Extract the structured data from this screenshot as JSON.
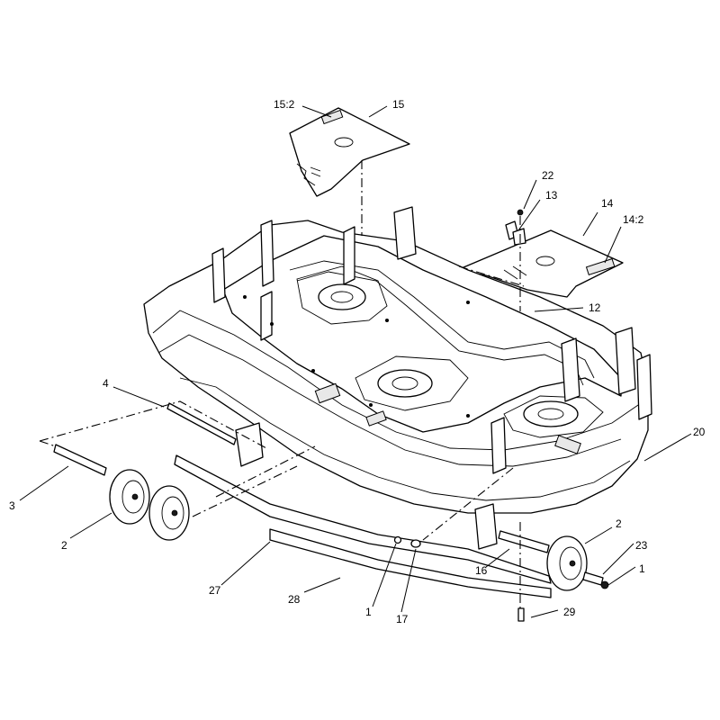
{
  "callouts": {
    "c15_2": "15:2",
    "c15": "15",
    "c22": "22",
    "c13": "13",
    "c14": "14",
    "c14_2": "14:2",
    "c12": "12",
    "c4": "4",
    "c20": "20",
    "c3": "3",
    "c2_left": "2",
    "c27": "27",
    "c28": "28",
    "c1_bottom": "1",
    "c17": "17",
    "c16": "16",
    "c2_right": "2",
    "c23": "23",
    "c1_right": "1",
    "c29": "29"
  }
}
